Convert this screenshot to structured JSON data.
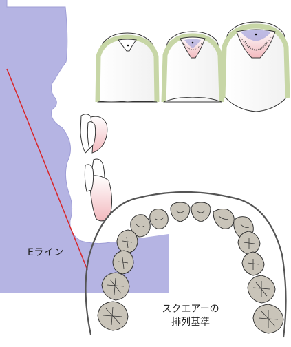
{
  "labels": {
    "e_line": "Eライン",
    "arch_line1": "スクエアーの",
    "arch_line2": "排列基準"
  },
  "colors": {
    "profile_fill": "#b5b4e3",
    "e_line": "#d9262a",
    "gingiva": "#c7d6a6",
    "tooth_fill": "#c9c4b9",
    "arch_outline": "#555555",
    "pulp_pink": "#f2b9be",
    "pulp_blue": "#a8a6dc"
  },
  "tooth_counts": {
    "incisor_crowns": 3,
    "arch_teeth": 14
  }
}
